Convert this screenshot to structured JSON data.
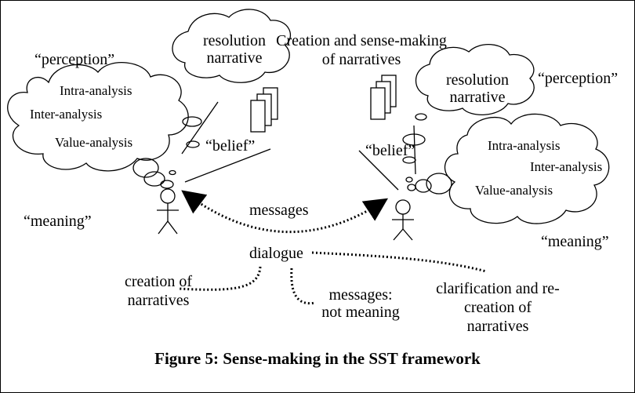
{
  "title": {
    "line1": "Creation and sense-making",
    "line2": "of narratives"
  },
  "left": {
    "perception": "“perception”",
    "meaning": "“meaning”",
    "belief": "“belief”",
    "resolution_line1": "resolution",
    "resolution_line2": "narrative",
    "intra": "Intra-analysis",
    "inter": "Inter-analysis",
    "value": "Value-analysis"
  },
  "right": {
    "perception": "“perception”",
    "meaning": "“meaning”",
    "belief": "“belief”",
    "resolution_line1": "resolution",
    "resolution_line2": "narrative",
    "intra": "Intra-analysis",
    "inter": "Inter-analysis",
    "value": "Value-analysis"
  },
  "center": {
    "messages": "messages",
    "dialogue": "dialogue"
  },
  "bottom": {
    "creation_line1": "creation of",
    "creation_line2": "narratives",
    "messages_line1": "messages:",
    "messages_line2": "not meaning",
    "clarify_line1": "clarification and re-",
    "clarify_line2": "creation of",
    "clarify_line3": "narratives"
  },
  "caption": "Figure 5: Sense-making in the SST framework"
}
